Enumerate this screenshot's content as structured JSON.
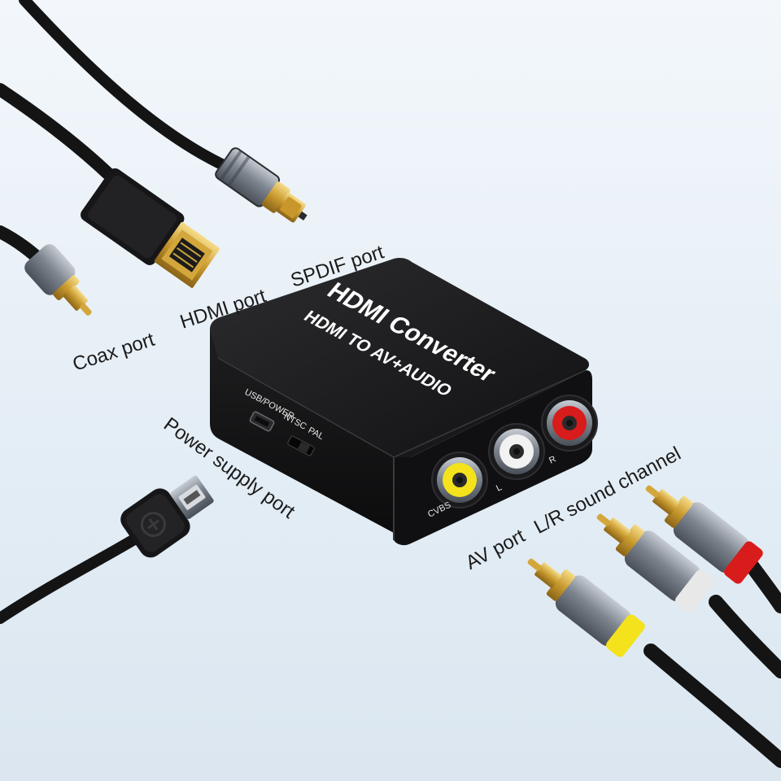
{
  "device": {
    "title": "HDMI Converter",
    "subtitle": "HDMI TO AV+AUDIO",
    "side_labels": {
      "usb_power": "USB/POWER",
      "ntsc": "NTSC",
      "pal": "PAL"
    },
    "front_labels": {
      "cvbs": "CVBS",
      "left": "L",
      "right": "R"
    }
  },
  "callouts": {
    "coax_port": "Coax port",
    "hdmi_port": "HDMI port",
    "spdif_port": "SPDIF port",
    "power_supply_port": "Power supply port",
    "av_port": "AV port",
    "lr_sound_channel": "L/R sound channel"
  },
  "colors": {
    "background": "#e6eef6",
    "device_body": "#1c1c1e",
    "cable": "#141414",
    "gold": "#d4a73c",
    "rca_yellow": "#f4e21c",
    "rca_white": "#f2f2f2",
    "rca_red": "#d81b1b"
  },
  "icons": {
    "usb_symbol": "usb-icon"
  }
}
